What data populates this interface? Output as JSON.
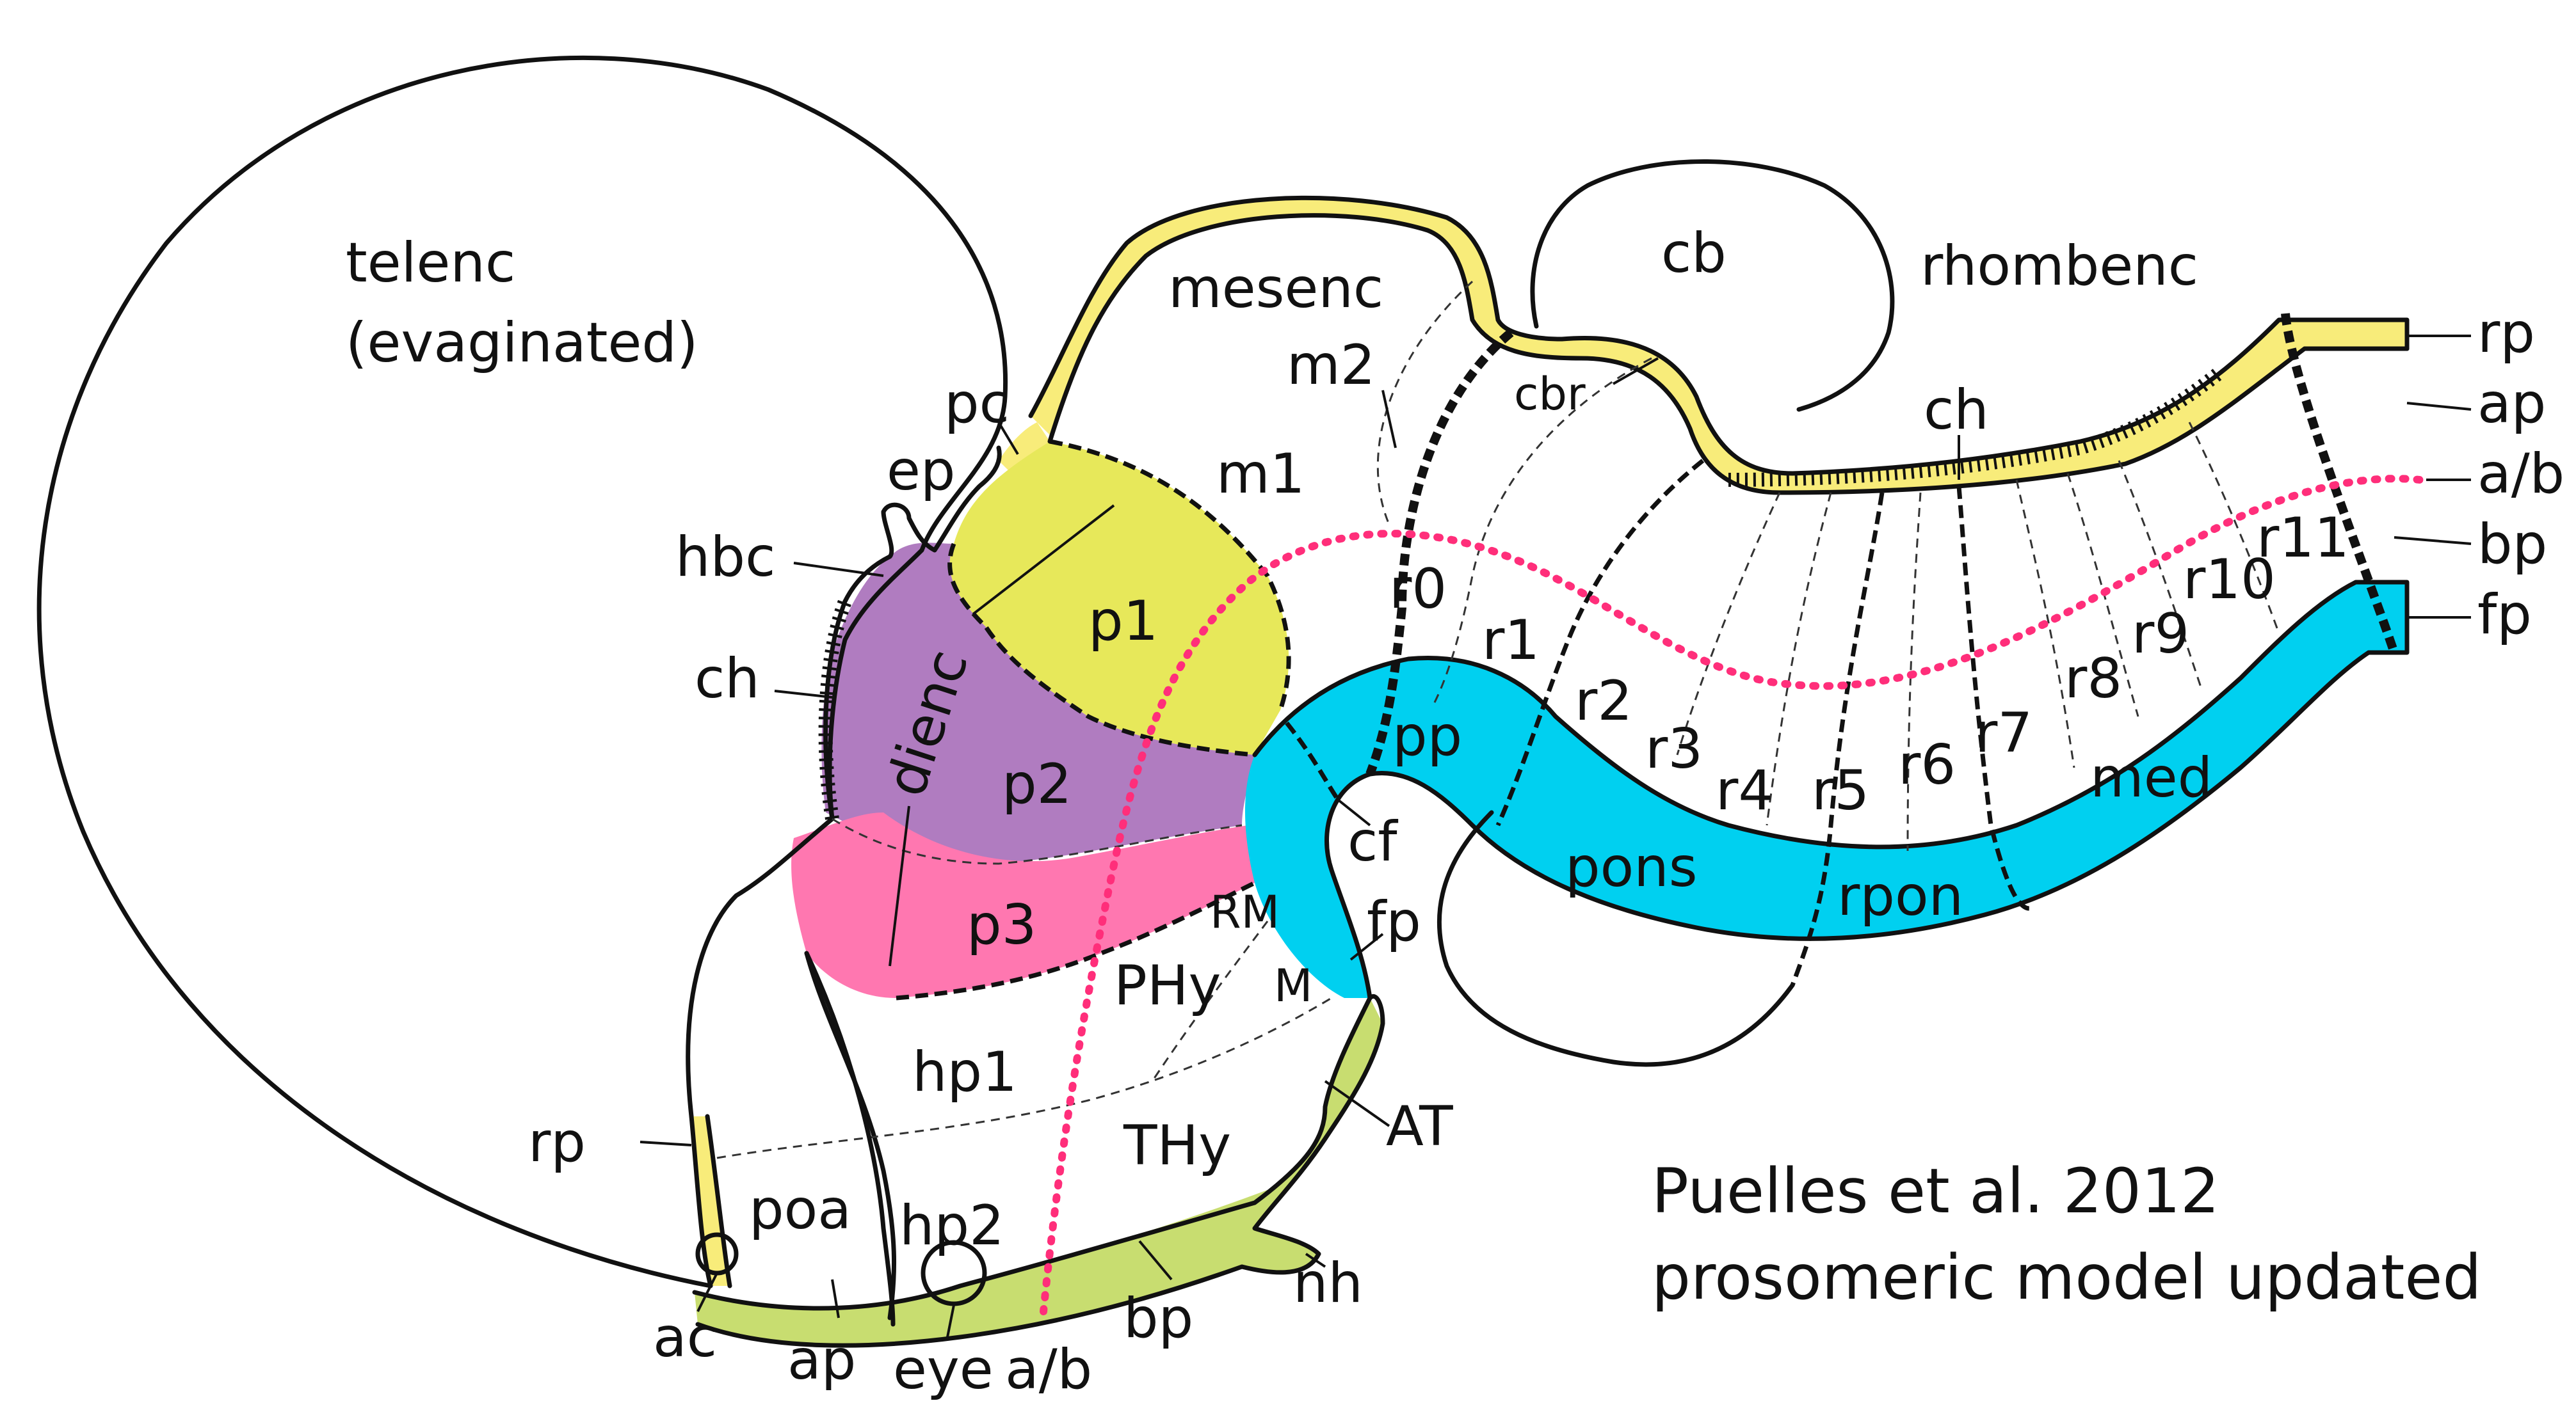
{
  "colors": {
    "yellow_roof": "#f8ec7a",
    "p1": "#e7e85a",
    "p2": "#b07cc0",
    "p3": "#ff77b0",
    "floor_cyan": "#00d0f0",
    "floor_green": "#c8dd70",
    "ab_boundary": "#ff2e7a",
    "outline": "#111111"
  },
  "labels": {
    "telenc": "telenc",
    "evaginated": "(evaginated)",
    "mesenc": "mesenc",
    "cb": "cb",
    "rhombenc": "rhombenc",
    "m2": "m2",
    "m1": "m1",
    "cbr": "cbr",
    "pc": "pc",
    "ep": "ep",
    "hbc": "hbc",
    "ch_left": "ch",
    "ch_top": "ch",
    "p1": "p1",
    "p2": "p2",
    "p3": "p3",
    "dienc": "dienc",
    "r0": "r0",
    "r1": "r1",
    "r2": "r2",
    "r3": "r3",
    "r4": "r4",
    "r5": "r5",
    "r6": "r6",
    "r7": "r7",
    "r8": "r8",
    "r9": "r9",
    "r10": "r10",
    "r11": "r11",
    "pp": "pp",
    "pons": "pons",
    "rpon": "rpon",
    "med": "med",
    "cf": "cf",
    "RM": "RM",
    "M": "M",
    "fp_mid": "fp",
    "PHy": "PHy",
    "THy": "THy",
    "hp1": "hp1",
    "hp2": "hp2",
    "poa": "poa",
    "AT": "AT",
    "nh": "nh",
    "rp_left": "rp",
    "ac": "ac",
    "ap_bottom": "ap",
    "eye": "eye",
    "ab_bottom": "a/b",
    "bp_bottom": "bp",
    "rp_right": "rp",
    "ap_right": "ap",
    "ab_right": "a/b",
    "bp_right": "bp",
    "fp_right": "fp",
    "credit_line1": "Puelles et al. 2012",
    "credit_line2": "prosomeric model updated"
  }
}
